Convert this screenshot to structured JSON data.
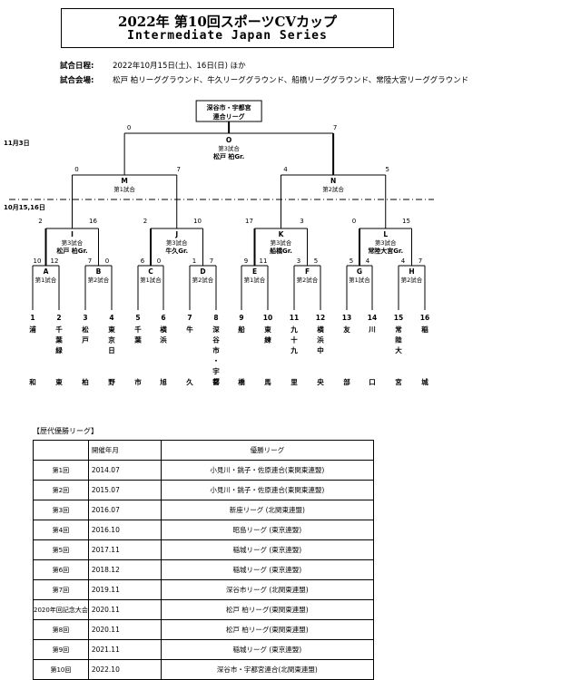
{
  "header": {
    "title": "2022年  第10回スポーツCVカップ",
    "subtitle": "Intermediate Japan Series"
  },
  "info": {
    "dates_label": "試合日程:",
    "dates_value": "2022年10月15日(土)、16日(日)  ほか",
    "venues_label": "試合会場:",
    "venues_value": "松戸 柏リーググラウンド、牛久リーググラウンド、船橋リーググラウンド、常陸大宮リーググラウンド"
  },
  "bracket": {
    "champion_box": [
      "深谷市・宇都宮",
      "連合リーグ"
    ],
    "date_nov": "11月3日",
    "date_oct": "10月15,16日",
    "final": {
      "letter": "O",
      "game": "第3試合",
      "winner": "松戸 柏Gr.",
      "score_left": "0",
      "score_right": "7"
    },
    "semis": [
      {
        "letter": "M",
        "game": "第1試合",
        "winner": "",
        "score_left": "0",
        "score_right": "7"
      },
      {
        "letter": "N",
        "game": "第2試合",
        "winner": "",
        "score_left": "4",
        "score_right": "5"
      }
    ],
    "quarters": [
      {
        "letter": "I",
        "game": "第3試合",
        "winner": "松戸 柏Gr.",
        "score_left": "2",
        "score_right": "16"
      },
      {
        "letter": "J",
        "game": "第3試合",
        "winner": "牛久Gr.",
        "score_left": "2",
        "score_right": "10"
      },
      {
        "letter": "K",
        "game": "第3試合",
        "winner": "船橋Gr.",
        "score_left": "17",
        "score_right": "3"
      },
      {
        "letter": "L",
        "game": "第3試合",
        "winner": "常陸大宮Gr.",
        "score_left": "0",
        "score_right": "15"
      }
    ],
    "first_round": [
      {
        "letter": "A",
        "game": "第1試合",
        "score_left": "10",
        "score_right": "12"
      },
      {
        "letter": "B",
        "game": "第2試合",
        "score_left": "7",
        "score_right": "0"
      },
      {
        "letter": "C",
        "game": "第1試合",
        "score_left": "6",
        "score_right": "0"
      },
      {
        "letter": "D",
        "game": "第2試合",
        "score_left": "1",
        "score_right": "7"
      },
      {
        "letter": "E",
        "game": "第1試合",
        "score_left": "9",
        "score_right": "11"
      },
      {
        "letter": "F",
        "game": "第2試合",
        "score_left": "3",
        "score_right": "5"
      },
      {
        "letter": "G",
        "game": "第1試合",
        "score_left": "5",
        "score_right": "4"
      },
      {
        "letter": "H",
        "game": "第2試合",
        "score_left": "4",
        "score_right": "7"
      }
    ],
    "teams": [
      {
        "num": "1",
        "name": "浦和",
        "top": "浦",
        "bottom": "和"
      },
      {
        "num": "2",
        "name": "千葉緑東",
        "top": "千葉緑",
        "bottom": "東"
      },
      {
        "num": "3",
        "name": "松戸柏",
        "top": "松戸",
        "bottom": "柏"
      },
      {
        "num": "4",
        "name": "東京日野",
        "top": "東京日",
        "bottom": "野"
      },
      {
        "num": "5",
        "name": "千葉市",
        "top": "千葉",
        "bottom": "市"
      },
      {
        "num": "6",
        "name": "横浜旭",
        "top": "横浜",
        "bottom": "旭"
      },
      {
        "num": "7",
        "name": "牛久",
        "top": "牛",
        "bottom": "久"
      },
      {
        "num": "8",
        "name": "深谷市・宇都宮",
        "top": "深谷市・宇都",
        "bottom": "宮"
      },
      {
        "num": "9",
        "name": "船橋",
        "top": "船",
        "bottom": "橋"
      },
      {
        "num": "10",
        "name": "東練馬",
        "top": "東練",
        "bottom": "馬"
      },
      {
        "num": "11",
        "name": "九十九里",
        "top": "九十九",
        "bottom": "里"
      },
      {
        "num": "12",
        "name": "横浜中央",
        "top": "横浜中",
        "bottom": "央"
      },
      {
        "num": "13",
        "name": "友部",
        "top": "友",
        "bottom": "部"
      },
      {
        "num": "14",
        "name": "川口",
        "top": "川",
        "bottom": "口"
      },
      {
        "num": "15",
        "name": "常陸大宮",
        "top": "常陸大",
        "bottom": "宮"
      },
      {
        "num": "16",
        "name": "稲城",
        "top": "稲",
        "bottom": "城"
      }
    ]
  },
  "history": {
    "caption": "【歴代優勝リーグ】",
    "headers": [
      "",
      "開催年月",
      "優勝リーグ"
    ],
    "rows": [
      [
        "第1回",
        "2014.07",
        "小見川・銚子・佐原連合(東関東連盟)"
      ],
      [
        "第2回",
        "2015.07",
        "小見川・銚子・佐原連合(東関東連盟)"
      ],
      [
        "第3回",
        "2016.07",
        "新座リーグ (北関東連盟)"
      ],
      [
        "第4回",
        "2016.10",
        "昭島リーグ (東京連盟)"
      ],
      [
        "第5回",
        "2017.11",
        "稲城リーグ (東京連盟)"
      ],
      [
        "第6回",
        "2018.12",
        "稲城リーグ (東京連盟)"
      ],
      [
        "第7回",
        "2019.11",
        "深谷市リーグ (北関東連盟)"
      ],
      [
        "2020年回記念大会",
        "2020.11",
        "松戸 柏リーグ(東関東連盟)"
      ],
      [
        "第8回",
        "2020.11",
        "松戸 柏リーグ(東関東連盟)"
      ],
      [
        "第9回",
        "2021.11",
        "稲城リーグ (東京連盟)"
      ],
      [
        "第10回",
        "2022.10",
        "深谷市・宇都宮連合(北関東連盟)"
      ]
    ]
  }
}
